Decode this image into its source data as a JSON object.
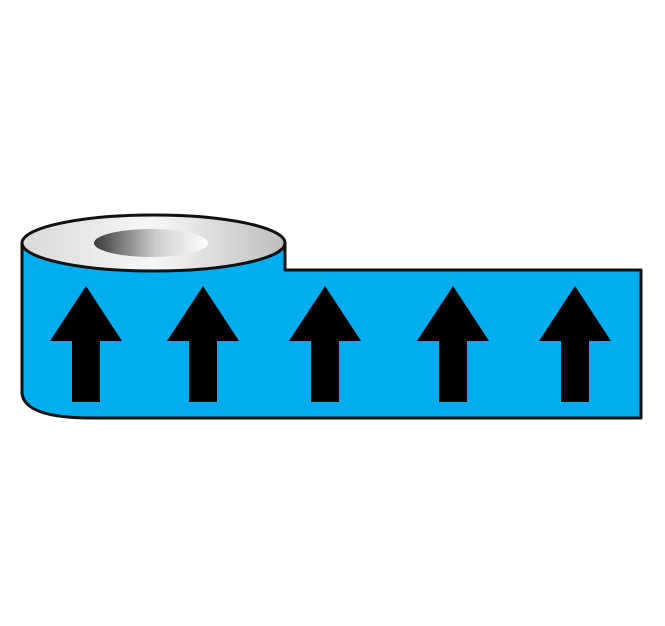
{
  "image": {
    "subject": "tape-roll",
    "colors": {
      "tape": "#00aeef",
      "arrow": "#000000",
      "outline": "#111111",
      "roll_top": "#e8e8e8",
      "roll_side": "#4a4a4a",
      "background": "#ffffff"
    },
    "arrow_count": 5,
    "arrow_direction": "up",
    "arrow_icon": "arrow-up-icon"
  }
}
